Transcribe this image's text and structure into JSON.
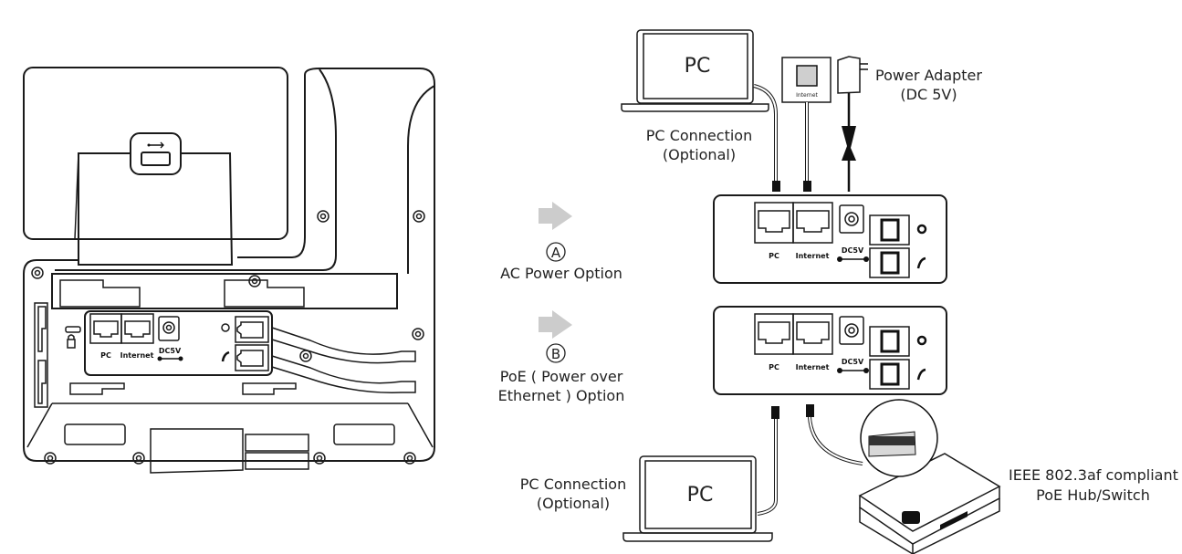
{
  "phone_back": {
    "port_labels": {
      "pc": "PC",
      "internet": "Internet",
      "dc": "DC5V"
    },
    "icons": [
      "usb-icon",
      "lock-icon",
      "headset-icon",
      "handset-icon"
    ]
  },
  "options": [
    {
      "marker": "A",
      "label_lines": [
        "AC Power Option"
      ]
    },
    {
      "marker": "B",
      "label_lines": [
        "PoE ( Power over",
        "Ethernet ) Option"
      ]
    }
  ],
  "option_a": {
    "pc_label": "PC",
    "pc_connection": [
      "PC Connection",
      "(Optional)"
    ],
    "wall_jack_label": "Internet",
    "power_adapter": [
      "Power Adapter",
      "(DC 5V)"
    ]
  },
  "option_b": {
    "pc_label": "PC",
    "pc_connection": [
      "PC Connection",
      "(Optional)"
    ],
    "switch_label": [
      "IEEE 802.3af compliant",
      "PoE Hub/Switch"
    ]
  },
  "colors": {
    "arrow": "#cccccc",
    "line": "#1a1a1a"
  }
}
